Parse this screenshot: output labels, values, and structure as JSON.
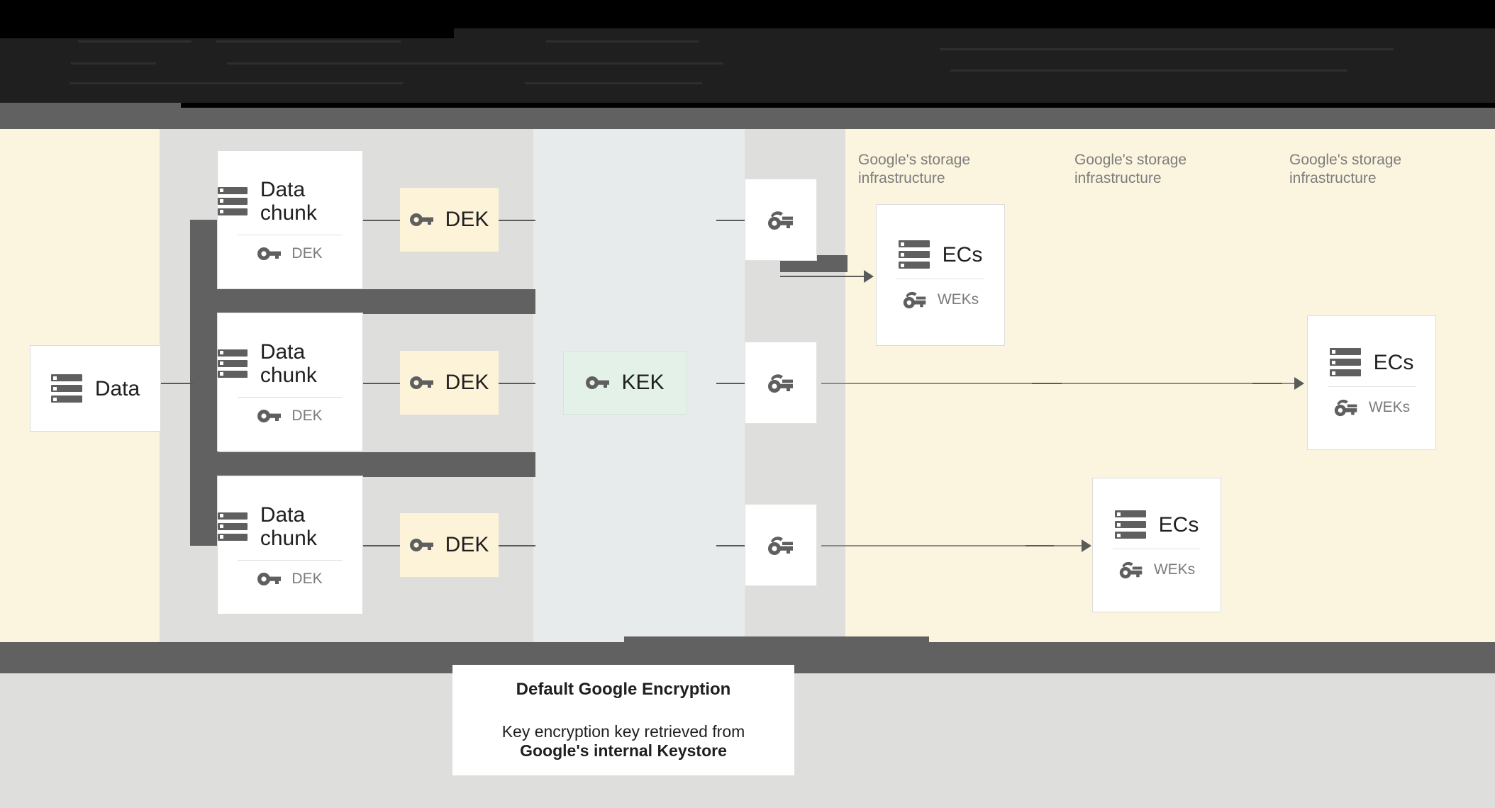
{
  "meta": {
    "obscured_header_note": "obscured-dark-text"
  },
  "palette": {
    "cream": "#fbf4de",
    "gray_column": "#dededd",
    "blue_gray_column": "#e8ebec",
    "band_gray": "#616161",
    "dek_chip": "#fdf3d8",
    "kek_chip": "#e3f1e9",
    "card_white": "#ffffff",
    "icon_gray": "#5f5f5f",
    "sub_text": "#7b7b7b",
    "infra_text": "#7d7d7d"
  },
  "source": {
    "label": "Data",
    "icon": "server-stack-icon"
  },
  "chunks": [
    {
      "title": "Data chunk",
      "key_label": "DEK",
      "icon": "server-stack-icon",
      "key_icon": "key-icon"
    },
    {
      "title": "Data chunk",
      "key_label": "DEK",
      "icon": "server-stack-icon",
      "key_icon": "key-icon"
    },
    {
      "title": "Data chunk",
      "key_label": "DEK",
      "icon": "server-stack-icon",
      "key_icon": "key-icon"
    }
  ],
  "dek_chips": [
    {
      "label": "DEK",
      "icon": "key-icon"
    },
    {
      "label": "DEK",
      "icon": "key-icon"
    },
    {
      "label": "DEK",
      "icon": "key-icon"
    }
  ],
  "kek": {
    "label": "KEK",
    "icon": "key-icon"
  },
  "wrapped_key_tiles": [
    {
      "icon": "wrapped-key-icon"
    },
    {
      "icon": "wrapped-key-icon"
    },
    {
      "icon": "wrapped-key-icon"
    }
  ],
  "storage_labels": [
    "Google's storage\ninfrastructure",
    "Google's storage\ninfrastructure",
    "Google's storage\ninfrastructure"
  ],
  "ec_cards": [
    {
      "title": "ECs",
      "key_label": "WEKs",
      "icon": "server-stack-icon",
      "key_icon": "wrapped-key-icon"
    },
    {
      "title": "ECs",
      "key_label": "WEKs",
      "icon": "server-stack-icon",
      "key_icon": "wrapped-key-icon"
    },
    {
      "title": "ECs",
      "key_label": "WEKs",
      "icon": "server-stack-icon",
      "key_icon": "wrapped-key-icon"
    }
  ],
  "caption": {
    "title": "Default Google Encryption",
    "line1": "Key encryption key retrieved from",
    "line2": "Google's internal Keystore"
  }
}
